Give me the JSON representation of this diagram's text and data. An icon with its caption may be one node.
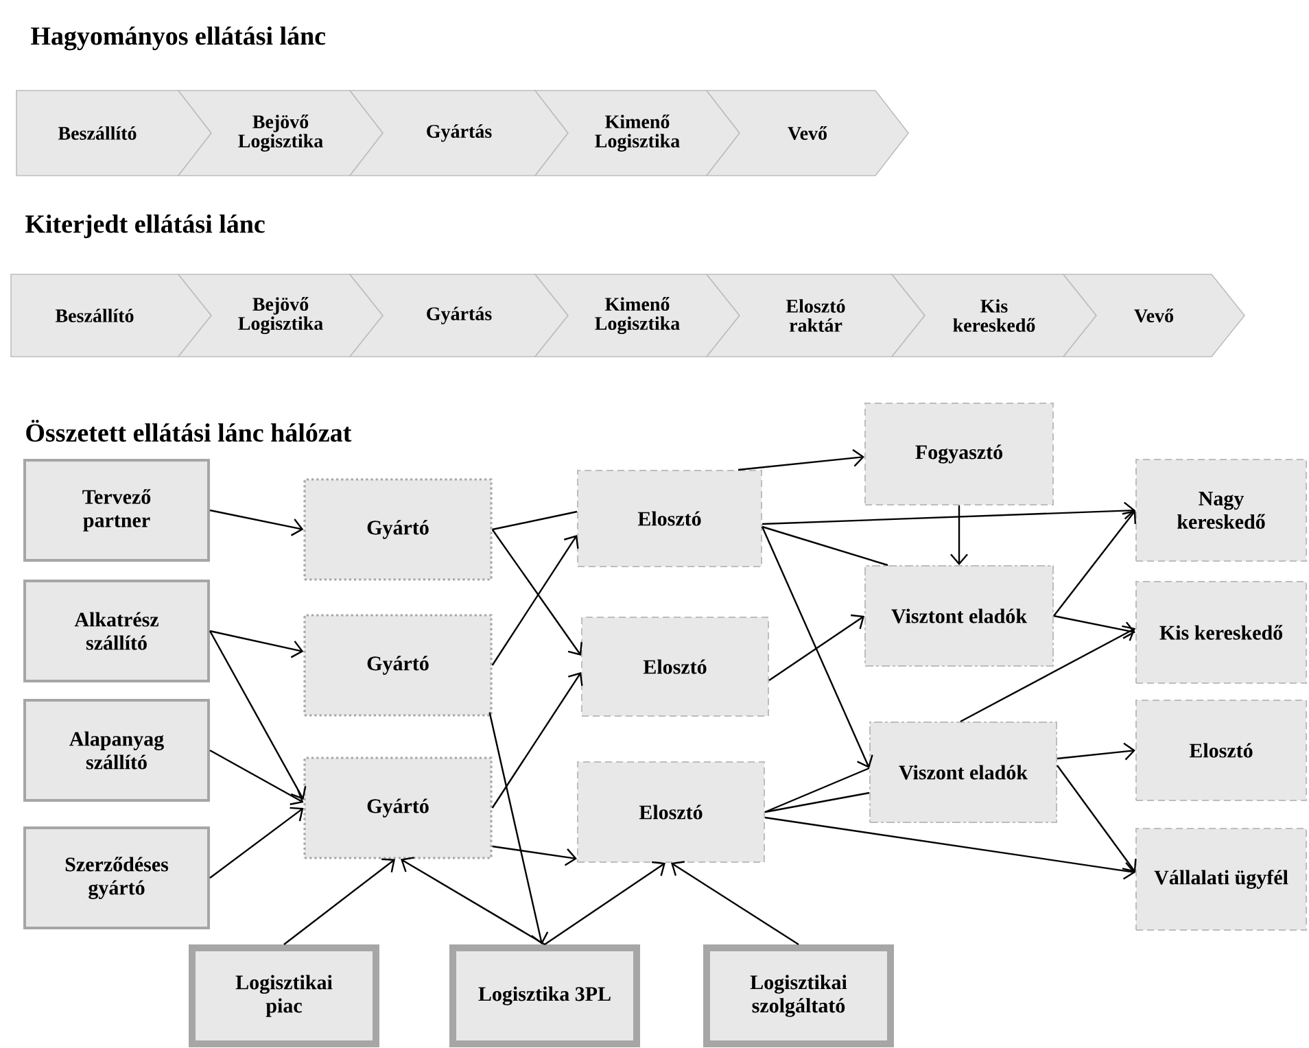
{
  "diagram": {
    "nodes": [
      {
        "text": [
          "Beszállító"
        ]
      },
      {
        "text": [
          "Bejövő Logisztika"
        ]
      },
      {
        "text": [
          "Gyártás"
        ]
      },
      {
        "text": [
          "Kimenő Logisztika"
        ]
      },
      {
        "text": [
          "Vevő"
        ]
      },
      {
        "text": [
          "Beszállító"
        ]
      },
      {
        "text": [
          "Bejövő Logisztika"
        ]
      },
      {
        "text": [
          "Gyártás"
        ]
      },
      {
        "text": [
          "Kimenő Logisztika"
        ]
      },
      {
        "text": [
          "Elosztó raktár"
        ]
      },
      {
        "text": [
          "Kis kereskedő"
        ]
      },
      {
        "text": [
          "Vevő"
        ]
      },
      {
        "text": [
          "Tervező partner"
        ]
      },
      {
        "text": [
          "Alkatrész szállító"
        ]
      },
      {
        "text": [
          "Alapanyag szállító"
        ]
      },
      {
        "text": [
          "Szerződéses gyártó"
        ]
      },
      {
        "text": [
          "Gyártó"
        ]
      },
      {
        "text": [
          "Gyártó"
        ]
      },
      {
        "text": [
          "Gyártó"
        ]
      },
      {
        "text": [
          "Elosztó"
        ]
      },
      {
        "text": [
          "Elosztó"
        ]
      },
      {
        "text": [
          "Elosztó"
        ]
      },
      {
        "text": [
          "Fogyasztó"
        ]
      },
      {
        "text": [
          "Visztont eladók"
        ]
      },
      {
        "text": [
          "Viszont eladók"
        ]
      },
      {
        "text": [
          "Nagy kereskedő"
        ]
      },
      {
        "text": [
          "Kis kereskedő"
        ]
      },
      {
        "text": [
          "Elosztó"
        ]
      },
      {
        "text": [
          "Vállalati ügyfél"
        ]
      },
      {
        "text": [
          "Logisztikai piac"
        ]
      },
      {
        "text": [
          "Logisztika 3PL"
        ]
      },
      {
        "text": [
          "Logisztikai szolgáltató"
        ]
      }
    ],
    "edges": [
      {
        "from": 12,
        "to": 16,
        "arrow": "to"
      },
      {
        "from": 13,
        "to": 17,
        "arrow": "to"
      },
      {
        "from": 13,
        "to": 18,
        "arrow": "to"
      },
      {
        "from": 14,
        "to": 18,
        "arrow": "to"
      },
      {
        "from": 15,
        "to": 18,
        "arrow": "to"
      },
      {
        "from": 16,
        "to": 19,
        "arrow": "none"
      },
      {
        "from": 16,
        "to": 20,
        "arrow": "to"
      },
      {
        "from": 17,
        "to": 19,
        "arrow": "to"
      },
      {
        "from": 17,
        "to": 30,
        "arrow": "to"
      },
      {
        "from": 18,
        "to": 20,
        "arrow": "to"
      },
      {
        "from": 18,
        "to": 21,
        "arrow": "to"
      },
      {
        "from": 29,
        "to": 18,
        "arrow": "to"
      },
      {
        "from": 30,
        "to": 18,
        "arrow": "to"
      },
      {
        "from": 30,
        "to": 21,
        "arrow": "to"
      },
      {
        "from": 31,
        "to": 21,
        "arrow": "to"
      },
      {
        "from": 19,
        "to": 22,
        "arrow": "to"
      },
      {
        "from": 19,
        "to": 25,
        "arrow": "to"
      },
      {
        "from": 19,
        "to": 23,
        "arrow": "none"
      },
      {
        "from": 19,
        "to": 24,
        "arrow": "to"
      },
      {
        "from": 22,
        "to": 23,
        "arrow": "to"
      },
      {
        "from": 20,
        "to": 23,
        "arrow": "to"
      },
      {
        "from": 21,
        "to": 24,
        "arrow": "none"
      },
      {
        "from": 21,
        "to": 24,
        "arrow": "none"
      },
      {
        "from": 21,
        "to": 28,
        "arrow": "to"
      },
      {
        "from": 23,
        "to": 25,
        "arrow": "to"
      },
      {
        "from": 23,
        "to": 26,
        "arrow": "to"
      },
      {
        "from": 24,
        "to": 26,
        "arrow": "to"
      },
      {
        "from": 24,
        "to": 27,
        "arrow": "to"
      },
      {
        "from": 24,
        "to": 28,
        "arrow": "to"
      }
    ],
    "labels": [
      "Hagyományos ellátási lánc",
      "Kiterjedt ellátási lánc",
      "Összetett ellátási lánc hálózat"
    ]
  }
}
